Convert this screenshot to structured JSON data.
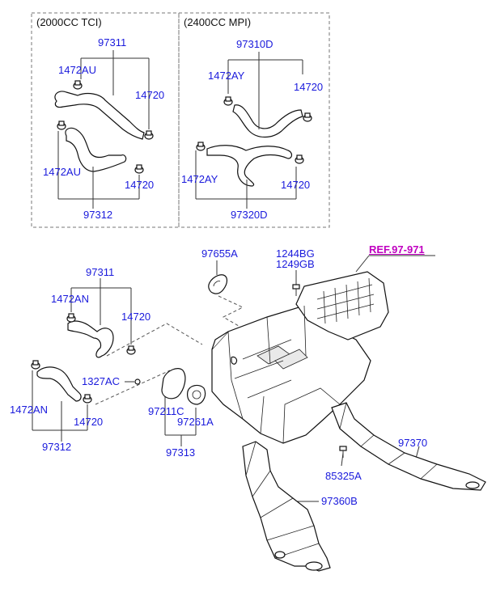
{
  "variants": {
    "tci": {
      "title": "(2000CC TCI)"
    },
    "mpi": {
      "title": "(2400CC MPI)"
    }
  },
  "reference": {
    "label": "REF.97-971"
  },
  "parts": {
    "tci_97311": "97311",
    "tci_1472AU_a": "1472AU",
    "tci_14720_a": "14720",
    "tci_1472AU_b": "1472AU",
    "tci_14720_b": "14720",
    "tci_97312": "97312",
    "mpi_97310D": "97310D",
    "mpi_1472AY_a": "1472AY",
    "mpi_14720_a": "14720",
    "mpi_1472AY_b": "1472AY",
    "mpi_14720_b": "14720",
    "mpi_97320D": "97320D",
    "p_97655A": "97655A",
    "p_1244BG": "1244BG",
    "p_1249GB": "1249GB",
    "m_97311": "97311",
    "m_1472AN_a": "1472AN",
    "m_14720_a": "14720",
    "m_1327AC": "1327AC",
    "m_1472AN_b": "1472AN",
    "m_14720_b": "14720",
    "m_97312": "97312",
    "p_97211C": "97211C",
    "p_97261A": "97261A",
    "p_97313": "97313",
    "p_97370": "97370",
    "p_85325A": "85325A",
    "p_97360B": "97360B"
  }
}
